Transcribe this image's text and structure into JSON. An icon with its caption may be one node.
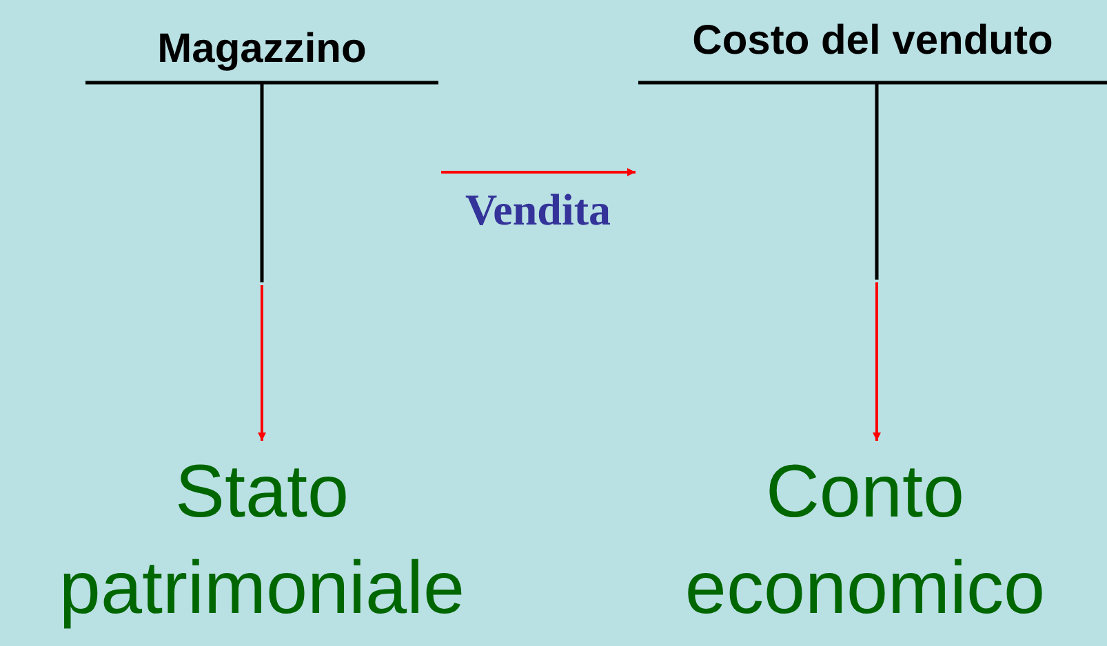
{
  "diagram": {
    "nodes": [
      {
        "text": [
          "Magazzino"
        ]
      },
      {
        "text": [
          "Costo del venduto"
        ]
      },
      {
        "text": [
          "Stato patrimoniale"
        ]
      },
      {
        "text": [
          "Conto economico"
        ]
      }
    ],
    "edges": [
      {
        "from": 0,
        "to": 1,
        "arrow": "to",
        "label": "Vendita"
      },
      {
        "from": 0,
        "to": 2,
        "arrow": "to"
      },
      {
        "from": 1,
        "to": 3,
        "arrow": "to"
      }
    ]
  }
}
